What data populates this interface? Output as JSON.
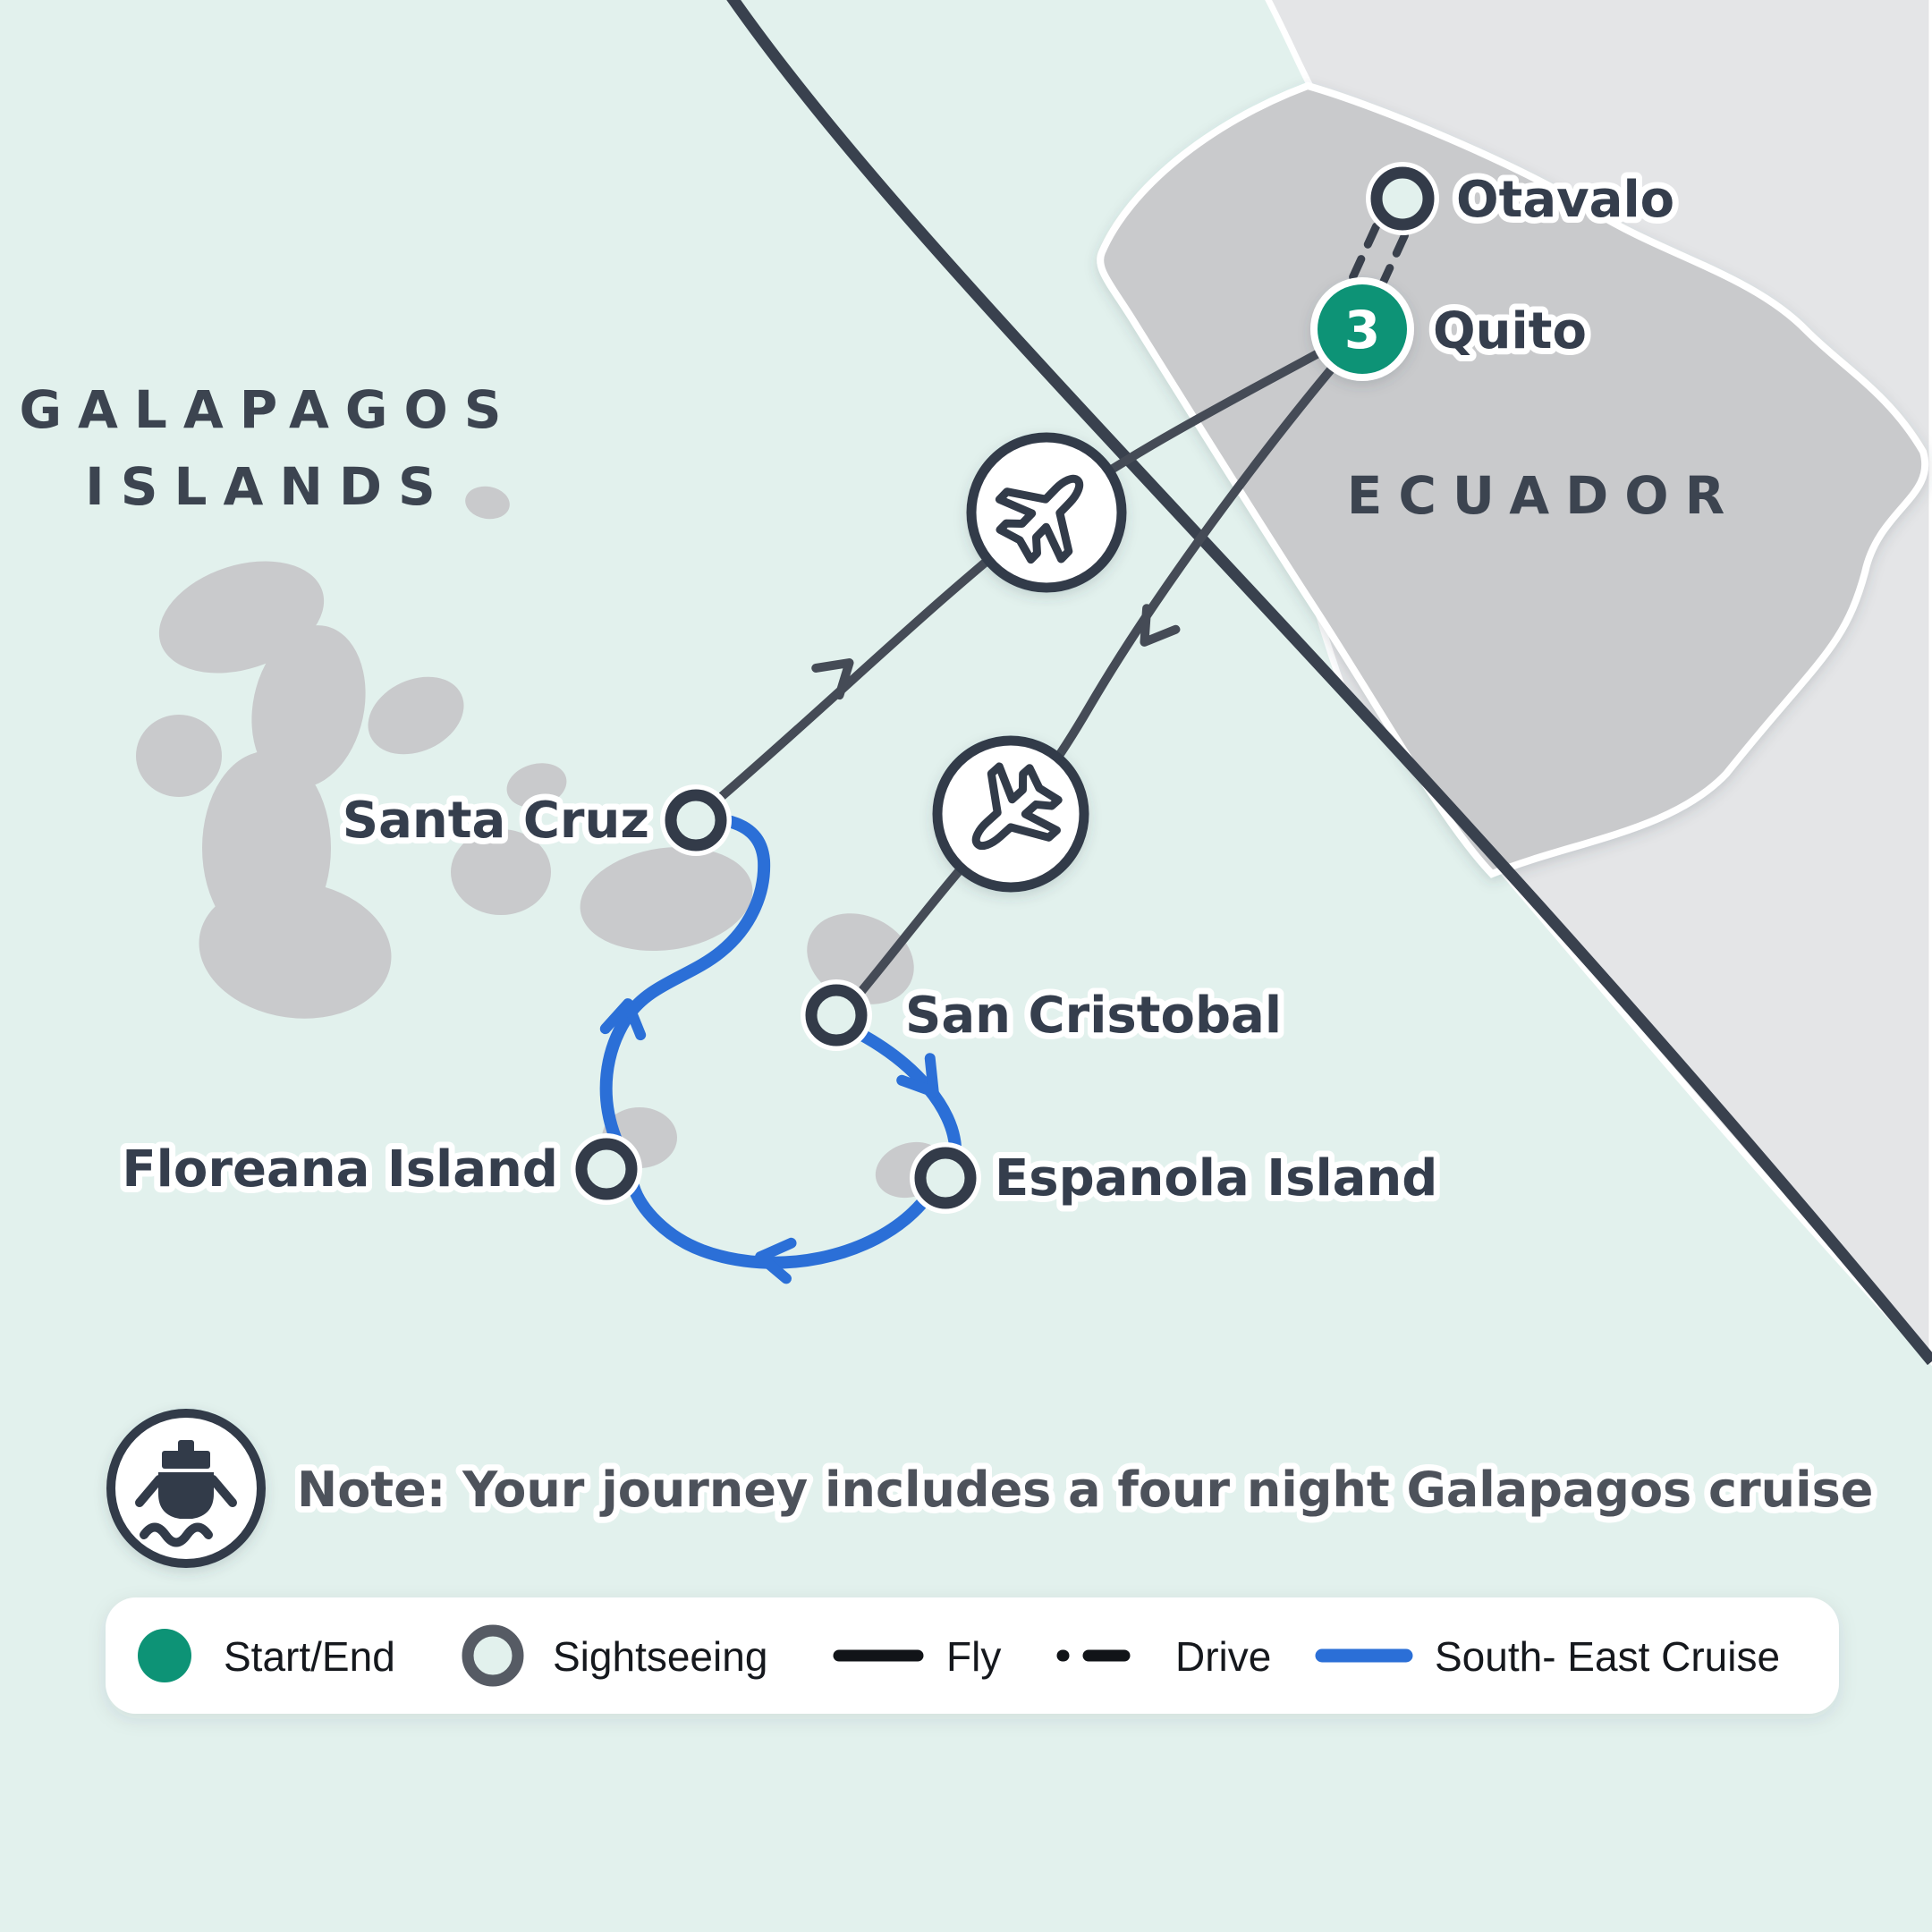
{
  "map": {
    "region_labels": {
      "galapagos_line1": "GALAPAGOS",
      "galapagos_line2": "ISLANDS",
      "ecuador": "ECUADOR"
    },
    "locations": {
      "otavalo": {
        "label": "Otavalo"
      },
      "quito": {
        "label": "Quito",
        "nights": "3"
      },
      "santa_cruz": {
        "label": "Santa Cruz"
      },
      "san_cristobal": {
        "label": "San Cristobal"
      },
      "floreana": {
        "label": "Floreana Island"
      },
      "espanola": {
        "label": "Espanola Island"
      }
    },
    "icons": [
      "plane-icon",
      "plane-icon",
      "ship-icon"
    ]
  },
  "note": {
    "text": "Note: Your journey includes a four night Galapagos cruise"
  },
  "legend": {
    "start_end": "Start/End",
    "sightseeing": "Sightseeing",
    "fly": "Fly",
    "drive": "Drive",
    "cruise": "South- East Cruise"
  },
  "colors": {
    "ocean": "#e2f1ed",
    "island_gray": "#c9cacc",
    "outer_land_gray": "#e4e5e7",
    "ink_dark": "#333b49",
    "route_dark": "#454b56",
    "cruise_blue": "#2b6fd7",
    "start_end_green": "#0d9376",
    "note_text": "#4d525b",
    "legend_bg": "#ffffff"
  }
}
